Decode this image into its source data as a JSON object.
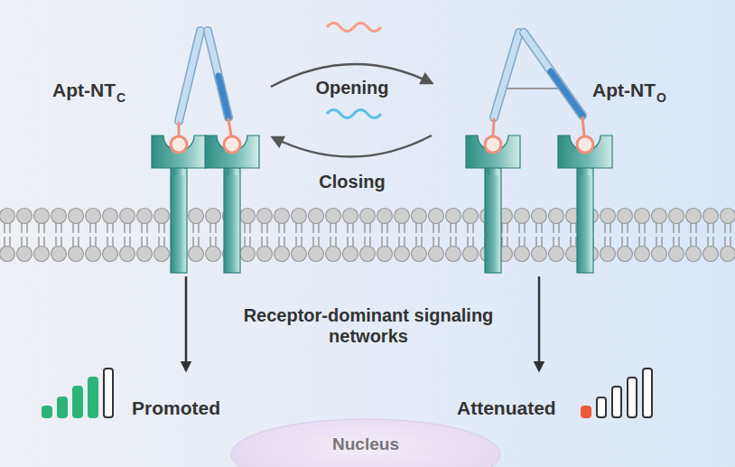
{
  "diagram": {
    "nodes": [
      {
        "text": [
          "Nucleus"
        ]
      }
    ],
    "labels": [
      "Apt-NT",
      "C",
      "Opening",
      "Apt-NT",
      "O",
      "Closing",
      "Receptor-dominant signaling networks",
      "Promoted",
      "Attenuated"
    ]
  }
}
